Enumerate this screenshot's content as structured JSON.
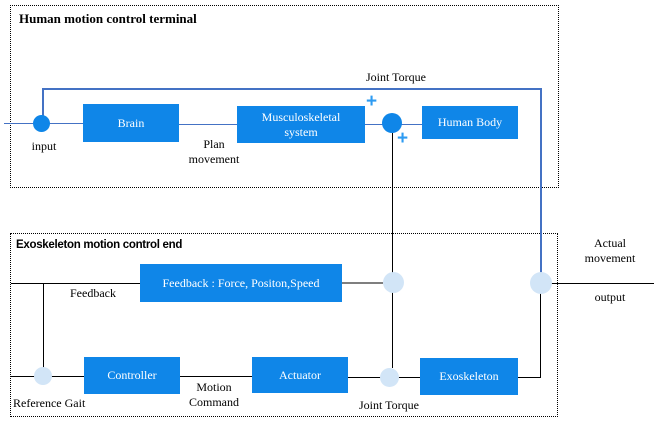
{
  "colors": {
    "block_blue": "#0F86E8",
    "node_light": "#D2E5F7",
    "connector_blue": "#4472C4",
    "plus_blue": "#2D9BF2",
    "line_black": "#000000",
    "line_gray": "#7F7F7F"
  },
  "top_section": {
    "title": "Human motion control terminal",
    "blocks": {
      "brain": "Brain",
      "musculoskeletal": "Musculoskeletal system",
      "human_body": "Human Body"
    },
    "labels": {
      "input": "input",
      "plan_movement": "Plan movement",
      "joint_torque": "Joint Torque",
      "plus_top": "+",
      "plus_bottom": "+"
    }
  },
  "bottom_section": {
    "title": "Exoskeleton motion control end",
    "blocks": {
      "feedback": "Feedback : Force, Positon,Speed",
      "controller": "Controller",
      "actuator": "Actuator",
      "exoskeleton": "Exoskeleton"
    },
    "labels": {
      "feedback": "Feedback",
      "reference_gait": "Reference Gait",
      "motion_command": "Motion Command",
      "joint_torque": "Joint Torque"
    }
  },
  "output_labels": {
    "actual_movement": "Actual movement",
    "output": "output"
  }
}
